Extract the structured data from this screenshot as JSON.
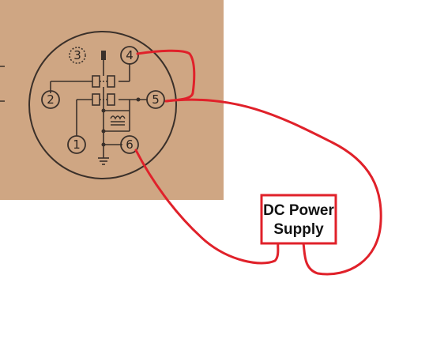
{
  "colors": {
    "paper": "#d2a986",
    "ink": "#3a302a",
    "wire": "#e0212a",
    "background": "#ffffff"
  },
  "pins": {
    "p1": "1",
    "p2": "2",
    "p3": "3",
    "p4": "4",
    "p5": "5",
    "p6": "6"
  },
  "power_supply": {
    "line1": "DC Power",
    "line2": "Supply"
  },
  "icons": [
    "filament-icon",
    "ground-icon",
    "switch-contacts-icon"
  ]
}
